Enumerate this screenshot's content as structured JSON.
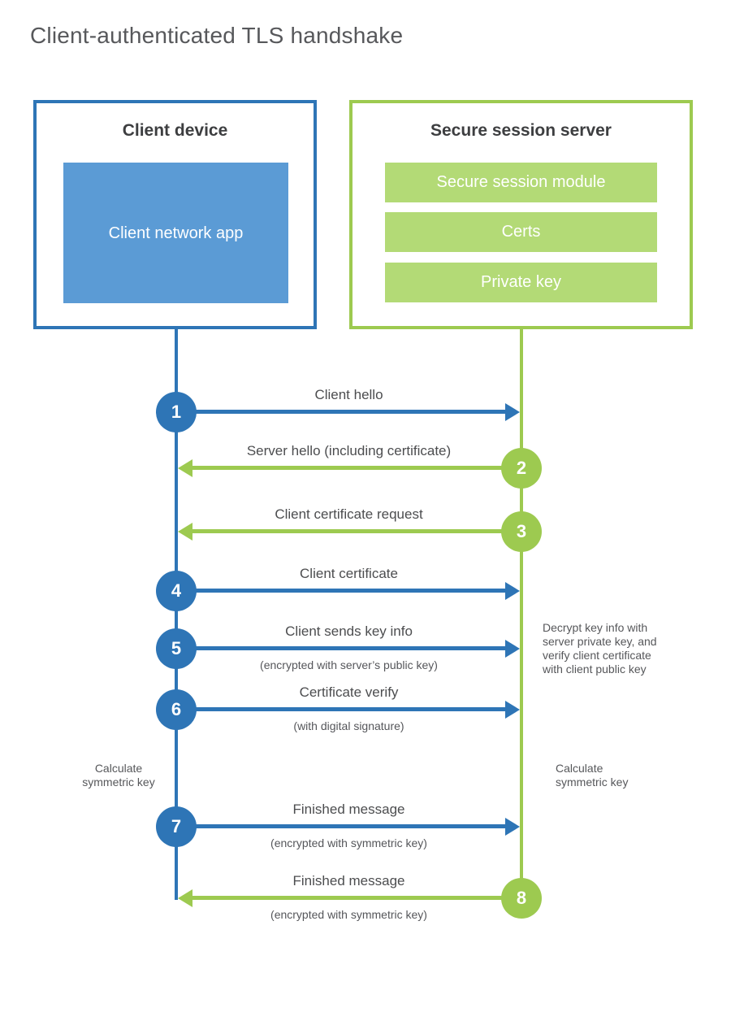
{
  "title": "Client-authenticated TLS handshake",
  "client": {
    "title": "Client device",
    "app": "Client network app"
  },
  "server": {
    "title": "Secure session server",
    "modules": [
      "Secure session module",
      "Certs",
      "Private key"
    ]
  },
  "messages": [
    {
      "num": "1",
      "label": "Client hello",
      "sub": "",
      "dir": "right",
      "from": "client",
      "to": "server"
    },
    {
      "num": "2",
      "label": "Server hello (including certificate)",
      "sub": "",
      "dir": "left",
      "from": "server",
      "to": "client"
    },
    {
      "num": "3",
      "label": "Client certificate request",
      "sub": "",
      "dir": "left",
      "from": "server",
      "to": "client"
    },
    {
      "num": "4",
      "label": "Client certificate",
      "sub": "",
      "dir": "right",
      "from": "client",
      "to": "server"
    },
    {
      "num": "5",
      "label": "Client sends key info",
      "sub": "(encrypted with server’s public key)",
      "dir": "right",
      "from": "client",
      "to": "server"
    },
    {
      "num": "6",
      "label": "Certificate verify",
      "sub": "(with digital signature)",
      "dir": "right",
      "from": "client",
      "to": "server"
    },
    {
      "num": "7",
      "label": "Finished message",
      "sub": "(encrypted with symmetric key)",
      "dir": "right",
      "from": "client",
      "to": "server"
    },
    {
      "num": "8",
      "label": "Finished message",
      "sub": "(encrypted with symmetric key)",
      "dir": "left",
      "from": "server",
      "to": "client"
    }
  ],
  "notes": {
    "decrypt": "Decrypt key info with server private key, and verify client certificate with client public key",
    "calc_left": "Calculate symmetric key",
    "calc_right": "Calculate symmetric key"
  },
  "colors": {
    "blue": "#2e75b6",
    "blue_fill": "#5b9bd5",
    "green": "#9dca50",
    "green_fill": "#b3da76"
  }
}
